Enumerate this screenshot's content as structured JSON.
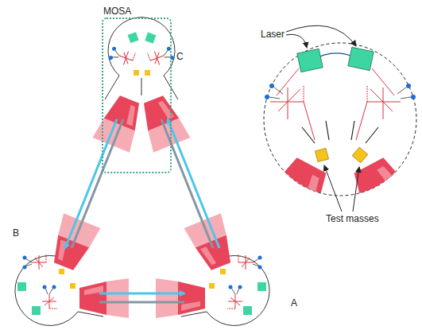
{
  "diagram": {
    "nodes": [
      {
        "text": [
          "MOSA"
        ]
      }
    ],
    "labels": [
      "C",
      "B",
      "A",
      "Laser",
      "Test masses"
    ]
  }
}
